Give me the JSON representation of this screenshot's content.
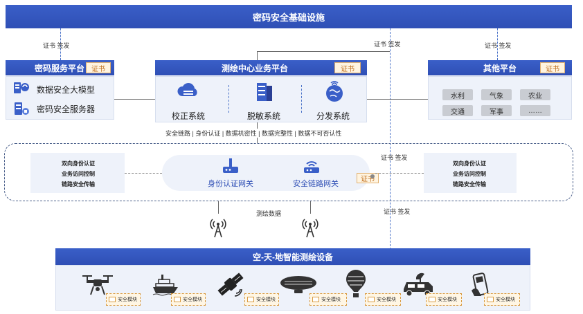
{
  "top_bar": {
    "title": "密码安全基础设施"
  },
  "cert_labels": {
    "cert_issue": "证书 签发",
    "cert": "证书"
  },
  "left_platform": {
    "title": "密码服务平台",
    "items": [
      "数据安全大模型",
      "密码安全服务器"
    ]
  },
  "center_platform": {
    "title": "测绘中心业务平台",
    "systems": [
      "校正系统",
      "脱敏系统",
      "分发系统"
    ]
  },
  "right_platform": {
    "title": "其他平台",
    "chips": [
      "水利",
      "气象",
      "农业",
      "交通",
      "军事",
      "……"
    ]
  },
  "security_line": "安全链路 | 身份认证 | 数据机密性 | 数据完整性 | 数据不可否认性",
  "gateway_zone": {
    "left_services": [
      "双向身份认证",
      "业务访问控制",
      "链路安全传输"
    ],
    "right_services": [
      "双向身份认证",
      "业务访问控制",
      "链路安全传输"
    ],
    "gateways": [
      "身份认证网关",
      "安全链路网关"
    ]
  },
  "survey_data_label": "测绘数据",
  "bottom_bar": {
    "title": "空-天-地智能测绘设备"
  },
  "device_module_label": "安全模块",
  "colors": {
    "primary": "#2f4fb5",
    "cert": "#c07020",
    "panel": "#eef2fa"
  }
}
